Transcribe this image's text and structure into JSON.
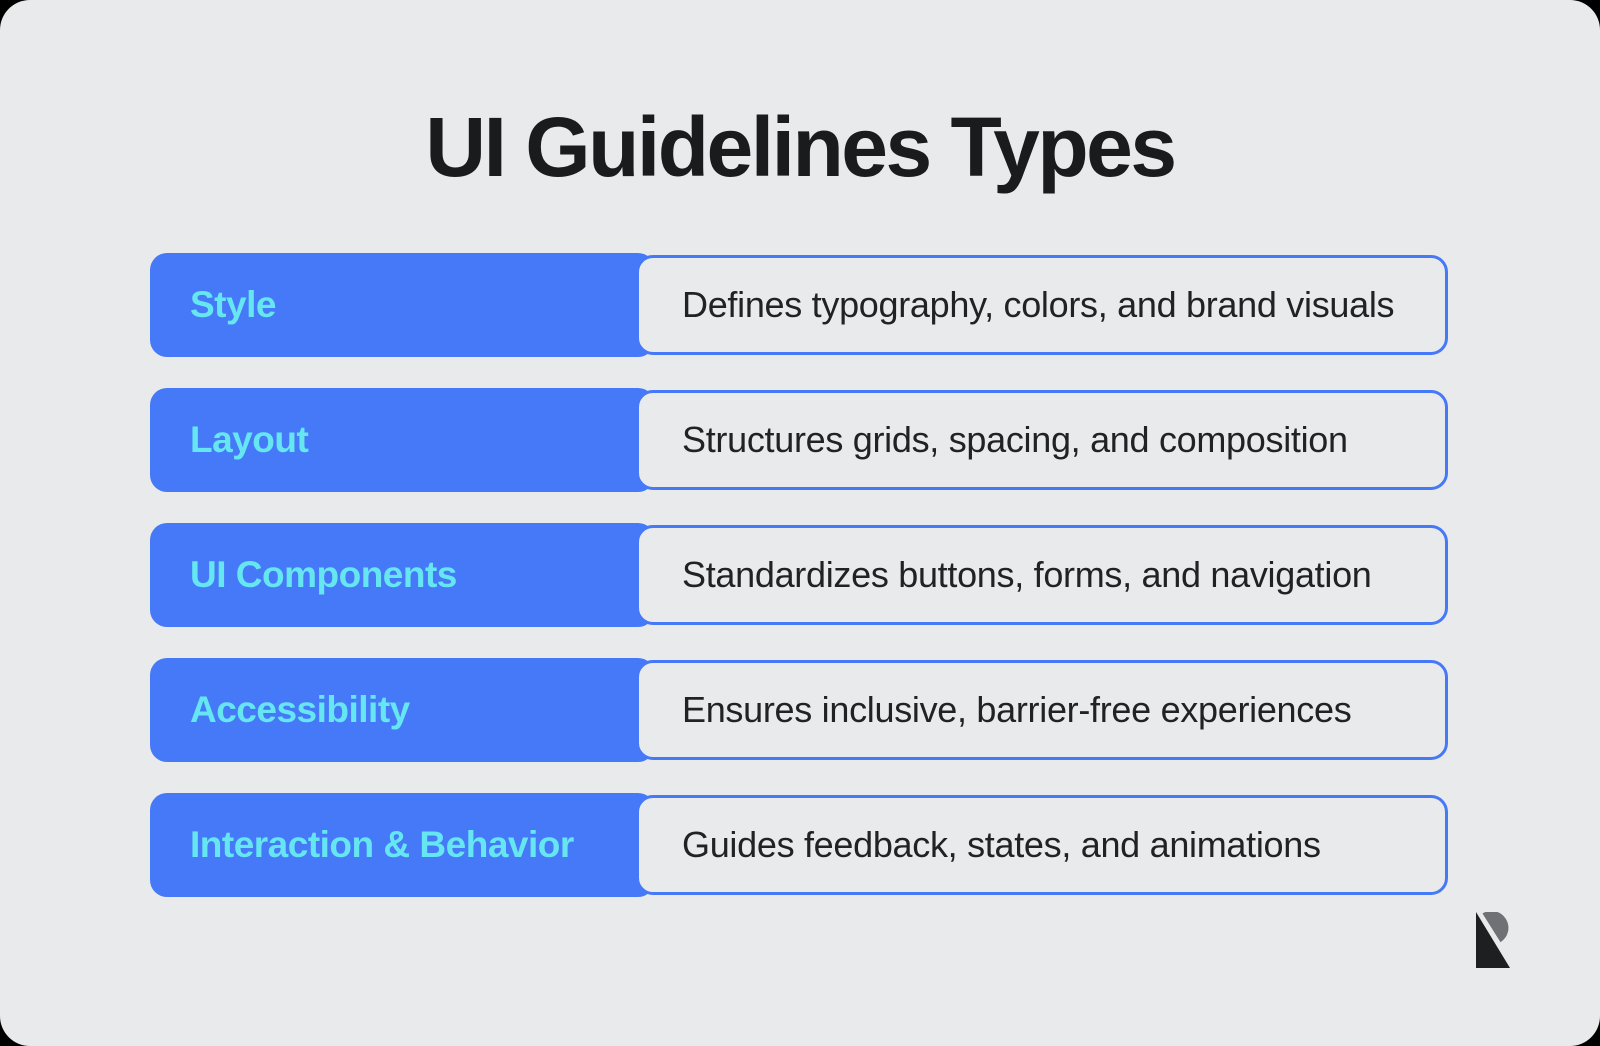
{
  "page": {
    "title": "UI Guidelines Types"
  },
  "colors": {
    "background": "#E9EAEB",
    "frame_corner": "#000000",
    "accent_blue": "#4679F8",
    "label_cyan": "#66E6F1",
    "title_text": "#1A1B1D",
    "description_text": "#212225",
    "logo_black": "#1E1F21",
    "logo_gray": "#707174"
  },
  "rows": [
    {
      "label": "Style",
      "description": "Defines typography, colors, and brand visuals"
    },
    {
      "label": "Layout",
      "description": "Structures grids, spacing, and composition"
    },
    {
      "label": "UI Components",
      "description": "Standardizes buttons, forms, and navigation"
    },
    {
      "label": "Accessibility",
      "description": "Ensures inclusive, barrier-free experiences"
    },
    {
      "label": "Interaction & Behavior",
      "description": "Guides feedback, states, and animations"
    }
  ],
  "logo": {
    "name": "recraft-logo"
  }
}
